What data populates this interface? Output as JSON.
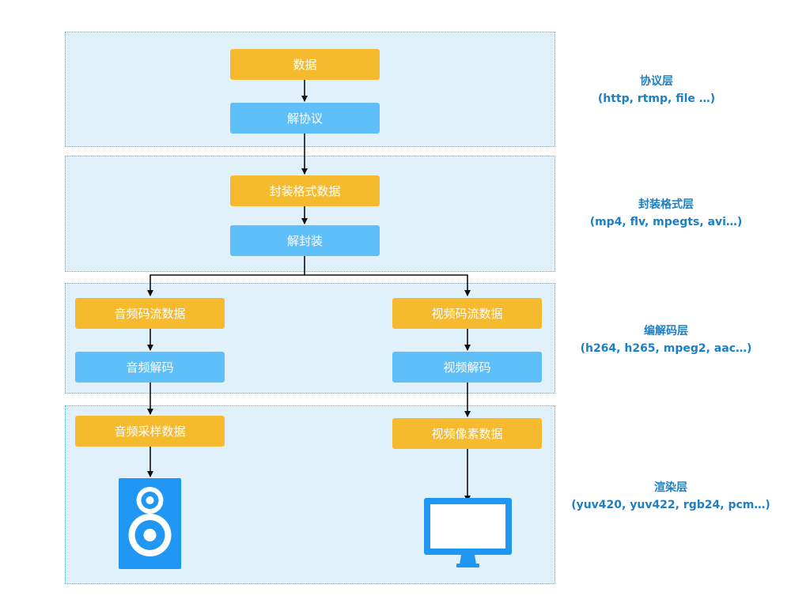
{
  "layers": {
    "protocol": {
      "title": "协议层",
      "subtitle": "(http, rtmp, file …)"
    },
    "container": {
      "title": "封装格式层",
      "subtitle": "(mp4, flv, mpegts, avi…)"
    },
    "codec": {
      "title": "编解码层",
      "subtitle": "(h264, h265, mpeg2, aac…)"
    },
    "render": {
      "title": "渲染层",
      "subtitle": "(yuv420, yuv422, rgb24, pcm…)"
    }
  },
  "nodes": {
    "data": "数据",
    "deprotocol": "解协议",
    "container_data": "封装格式数据",
    "demux": "解封装",
    "audio_stream": "音频码流数据",
    "audio_decode": "音频解码",
    "audio_sample": "音频采样数据",
    "video_stream": "视频码流数据",
    "video_decode": "视频解码",
    "video_pixel": "视频像素数据"
  },
  "icons": {
    "speaker": "speaker-icon",
    "monitor": "monitor-icon"
  },
  "colors": {
    "data_box": "#f6ba2e",
    "process_box": "#5fbff8",
    "layer_bg": "#e1f1fb",
    "layer_border": "#5bb4e6",
    "label_text": "#1d7fc5",
    "device": "#1f97f3"
  }
}
